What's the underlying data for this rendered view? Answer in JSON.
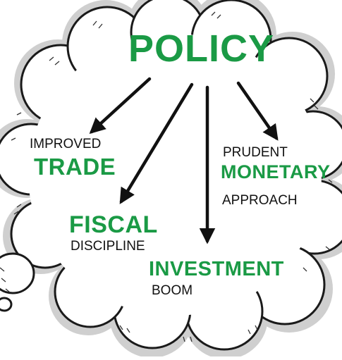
{
  "title": "POLICY",
  "colors": {
    "accent": "#1a9a45",
    "ink": "#111111",
    "cloud_shade": "#c7c7c7"
  },
  "branches": [
    {
      "pre": "IMPROVED",
      "main": "TRADE",
      "post": ""
    },
    {
      "pre": "",
      "main": "FISCAL",
      "post": "DISCIPLINE"
    },
    {
      "pre": "",
      "main": "INVESTMENT",
      "post": "BOOM"
    },
    {
      "pre": "PRUDENT",
      "main": "MONETARY",
      "post": "APPROACH"
    }
  ]
}
